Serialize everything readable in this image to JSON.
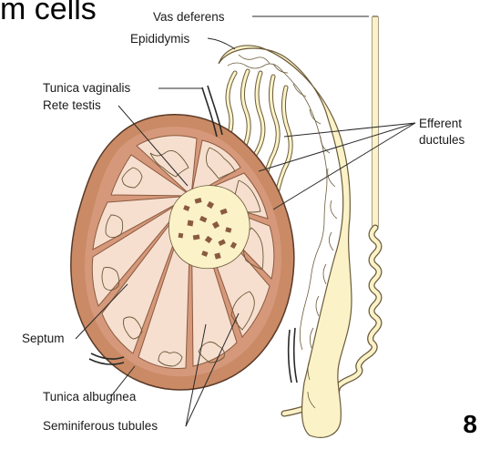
{
  "heading": "m cells",
  "page_number": "8",
  "labels": {
    "vas_deferens": "Vas deferens",
    "epididymis": "Epididymis",
    "tunica_vaginalis": "Tunica vaginalis",
    "rete_testis": "Rete testis",
    "efferent_1": "Efferent",
    "efferent_2": "ductules",
    "septum": "Septum",
    "tunica_albuginea": "Tunica albuginea",
    "seminiferous_tubules": "Seminiferous tubules"
  },
  "colors": {
    "tunica": "#c98a65",
    "tunica_inner": "#d6987a",
    "septum": "#d98e74",
    "lobule": "#f6dfcf",
    "tubule": "#fbf3c7",
    "tubule_stroke": "#6b5a3a",
    "line": "#2a2a2a"
  }
}
